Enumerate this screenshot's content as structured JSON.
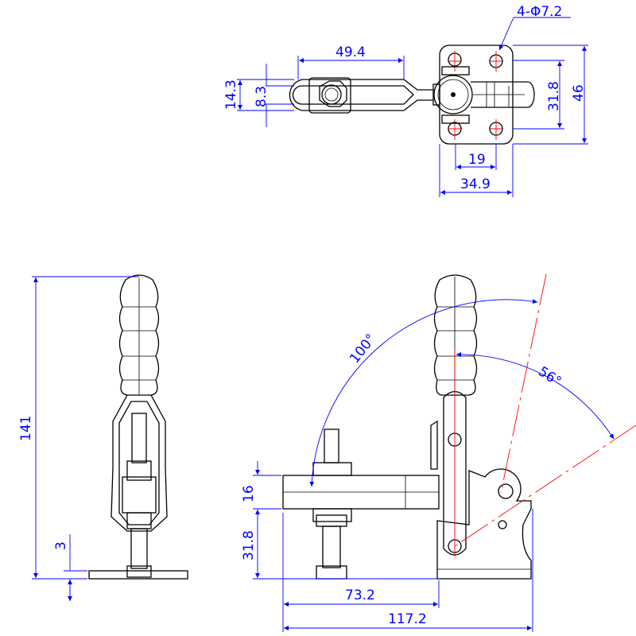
{
  "drawing": {
    "top_view": {
      "hole_callout": "4-Φ7.2",
      "handle_length": "49.4",
      "slot_outer": "14.3",
      "slot_inner": "8.3",
      "hole_spacing_v": "31.8",
      "plate_height": "46",
      "hole_spacing_h": "19",
      "plate_width": "34.9"
    },
    "side_view": {
      "overall_height": "141",
      "base_thickness": "3"
    },
    "front_view": {
      "open_angle": "100°",
      "release_angle": "56°",
      "bar_height": "16",
      "bar_elevation": "31.8",
      "reach": "73.2",
      "overall_length": "117.2"
    },
    "colors": {
      "dimension": "#0000ff",
      "centerline": "#ff0000",
      "outline": "#000000"
    }
  }
}
